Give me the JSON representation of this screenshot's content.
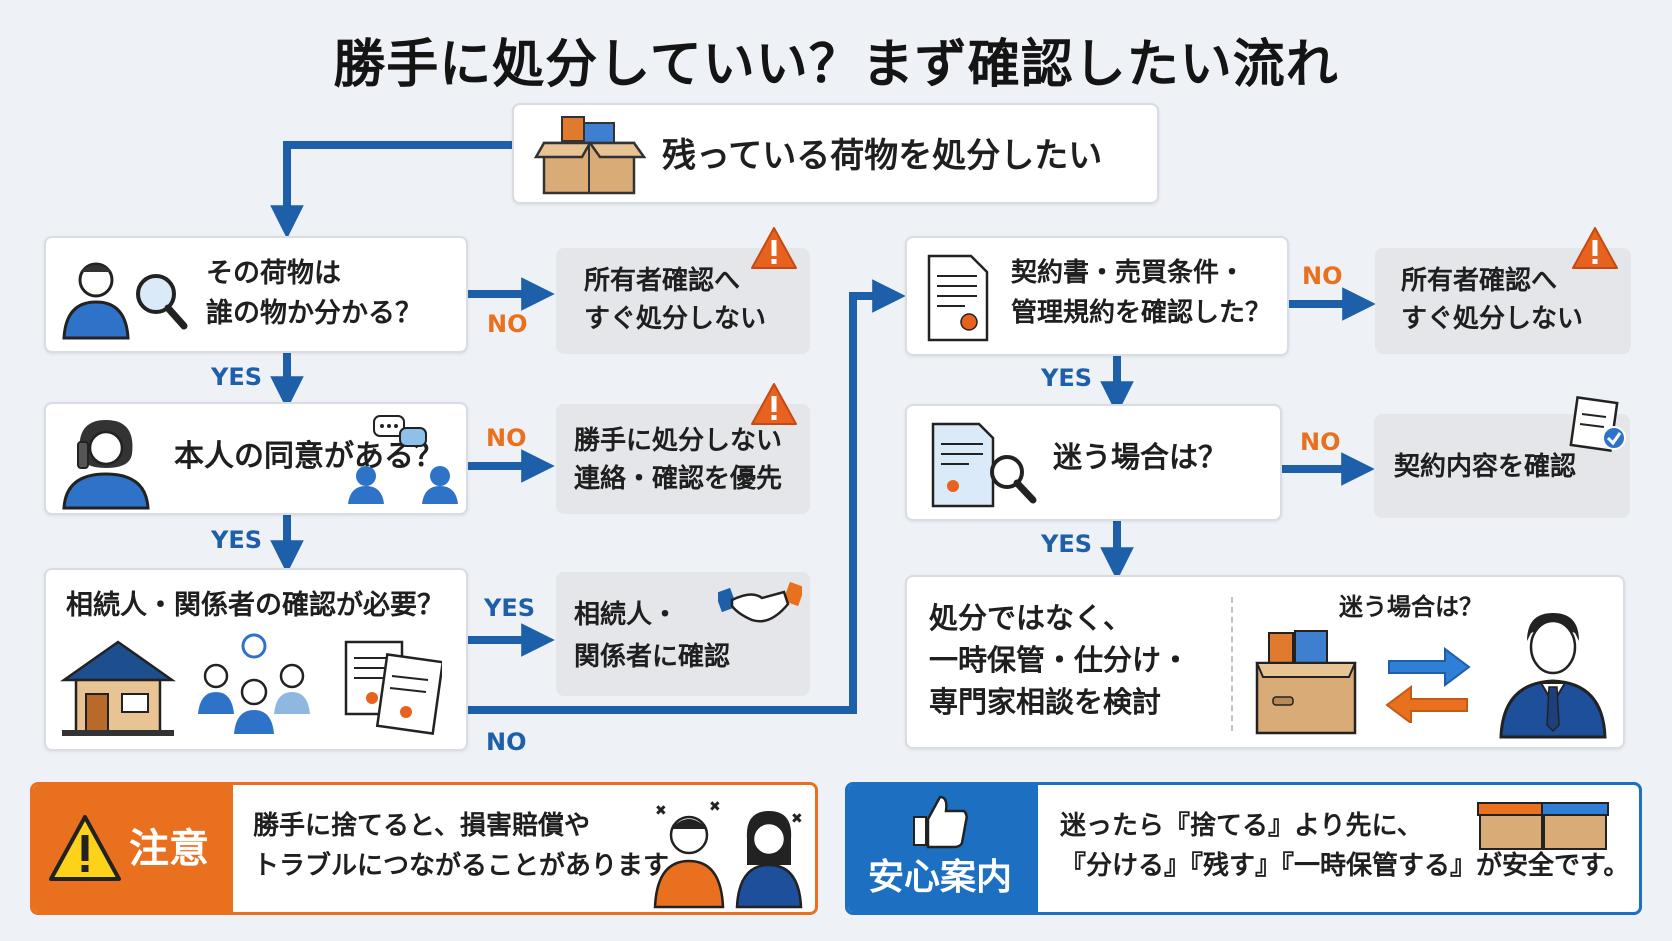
{
  "title": "勝手に処分していい？まず確認したい流れ",
  "start": {
    "text": "残っている荷物を処分したい"
  },
  "q1": {
    "line1": "その荷物は",
    "line2": "誰の物か分かる？"
  },
  "q1_no_result": {
    "line1": "所有者確認へ",
    "line2": "すぐ処分しない"
  },
  "q2": {
    "text": "本人の同意がある？"
  },
  "q2_no_result": {
    "line1": "勝手に処分しない",
    "line2": "連絡・確認を優先"
  },
  "q3": {
    "text": "相続人・関係者の確認が必要？"
  },
  "q3_yes_result": {
    "line1": "相続人・",
    "line2": "関係者に確認"
  },
  "q4": {
    "line1": "契約書・売買条件・",
    "line2": "管理規約を確認した？"
  },
  "q4_no_result": {
    "line1": "所有者確認へ",
    "line2": "すぐ処分しない"
  },
  "q5": {
    "text": "迷う場合は？"
  },
  "q5_no_result": {
    "text": "契約内容を確認"
  },
  "final": {
    "line1": "処分ではなく、",
    "line2": "一時保管・仕分け・",
    "line3": "専門家相談を検討",
    "side_label": "迷う場合は？"
  },
  "labels": {
    "yes": "YES",
    "no": "NO"
  },
  "caution": {
    "heading": "注意",
    "line1": "勝手に捨てると、損害賠償や",
    "line2": "トラブルにつながることがあります。"
  },
  "guide": {
    "heading": "安心案内",
    "line1": "迷ったら『捨てる』より先に、",
    "line2": "『分ける』『残す』『一時保管する』が安全です。"
  },
  "colors": {
    "arrow": "#1d5fa8",
    "orange": "#e8701f",
    "blue_banner": "#1d6fc2",
    "warn": "#e8621f"
  },
  "icons": [
    "box-icon",
    "person-search-icon",
    "warning-icon",
    "person-phone-icon",
    "chat-icon",
    "house-icon",
    "family-icon",
    "documents-icon",
    "handshake-icon",
    "contract-icon",
    "document-search-icon",
    "checklist-icon",
    "boxes-icon",
    "swap-arrows-icon",
    "advisor-icon",
    "thumbs-up-icon"
  ]
}
